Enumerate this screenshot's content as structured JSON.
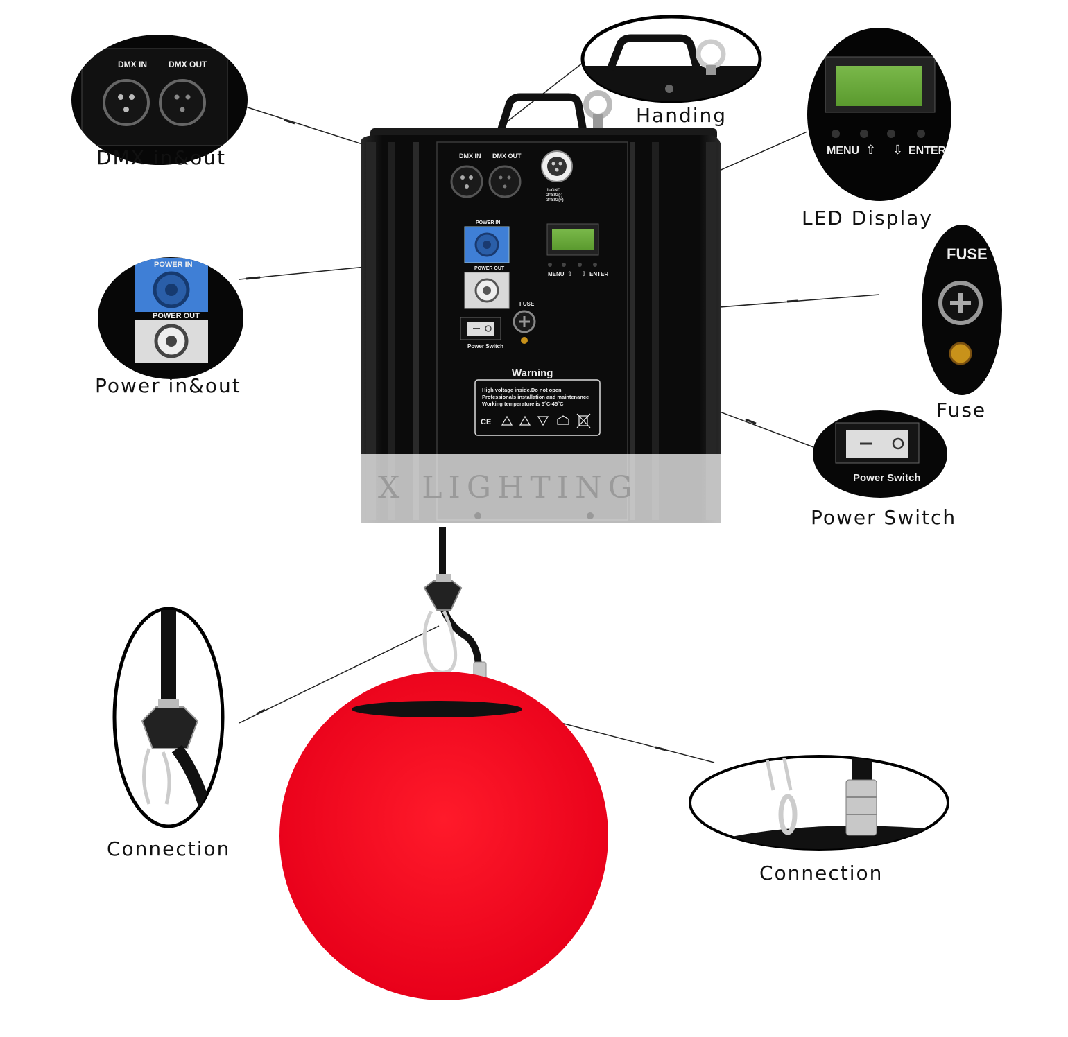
{
  "colors": {
    "background": "#ffffff",
    "housing": "#111111",
    "housing_edge": "#3a3a3a",
    "lcd_green": "#6aa53a",
    "power_in_blue": "#3f7fd6",
    "power_out_gray": "#d9d9d9",
    "ball_red": "#f0061e",
    "label_text": "#111111"
  },
  "callouts": {
    "handing": "Handing",
    "dmx": "DMX in&out",
    "led_display": "LED Display",
    "power": "Power in&out",
    "fuse": "Fuse",
    "power_switch": "Power Switch",
    "connection_left": "Connection",
    "connection_right": "Connection"
  },
  "panel": {
    "dmx_in": "DMX IN",
    "dmx_out": "DMX OUT",
    "pin1": "1=GND",
    "pin2": "2=SIG(-)",
    "pin3": "3=SIG(+)",
    "power_in": "POWER IN",
    "power_out": "POWER OUT",
    "menu": "MENU",
    "enter": "ENTER",
    "fuse": "FUSE",
    "power_switch": "Power Switch",
    "warning_title": "Warning",
    "warning_line1": "High voltage inside.Do not open",
    "warning_line2": "Professionals installation and maintenance",
    "warning_line3": "Working temperature is 5°C-45°C",
    "watermark": "X LIGHTING"
  },
  "zoom": {
    "dmx_in": "DMX IN",
    "dmx_out": "DMX OUT",
    "menu": "MENU",
    "enter": "ENTER",
    "power_in": "POWER IN",
    "power_out": "POWER OUT",
    "fuse": "FUSE",
    "power_switch": "Power Switch"
  },
  "icons": [
    "up-arrow-icon",
    "down-arrow-icon",
    "ce-mark-icon",
    "warning-triangle-icon",
    "recycle-bin-icon"
  ]
}
